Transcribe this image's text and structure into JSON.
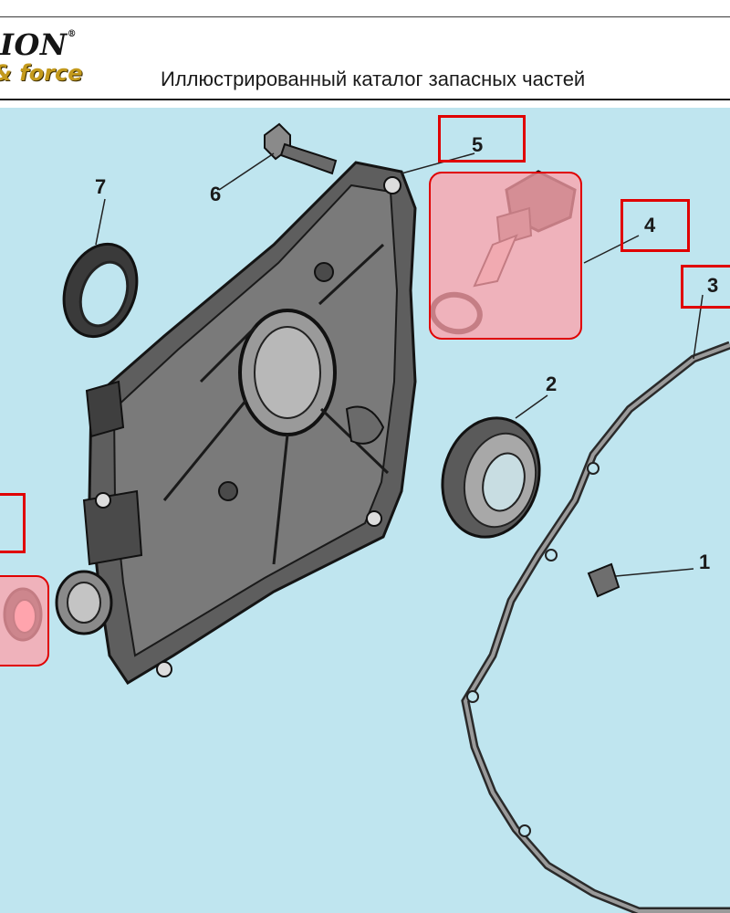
{
  "header": {
    "logo_top": "ION",
    "logo_reg": "®",
    "logo_bottom": "& force",
    "title": "Иллюстрированный каталог запасных частей"
  },
  "callouts": {
    "c1": "1",
    "c2": "2",
    "c3": "3",
    "c4": "4",
    "c5": "5",
    "c6": "6",
    "c7": "7"
  },
  "colors": {
    "background": "#bfe5ef",
    "highlight_border": "#e00000",
    "highlight_fill": "#ffa0aa"
  }
}
